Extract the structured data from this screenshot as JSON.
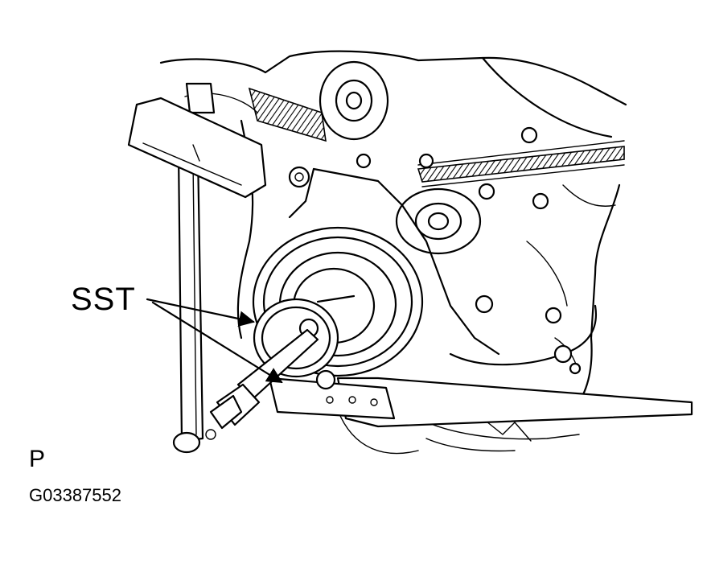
{
  "diagram": {
    "callout_label": "SST",
    "view_code": "P",
    "figure_id": "G03387552"
  },
  "colors": {
    "ink": "#000000",
    "background": "#ffffff"
  },
  "icons": {
    "callout_arrows": "arrow-icon"
  }
}
